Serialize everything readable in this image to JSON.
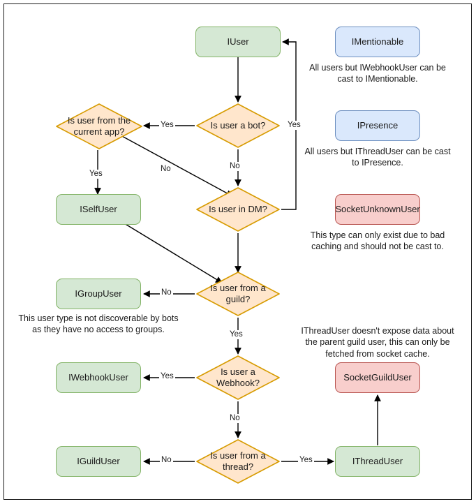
{
  "diagram": {
    "title": "Discord.Net user type resolution flowchart",
    "colors": {
      "green_fill": "#d5e8d4",
      "green_stroke": "#82b366",
      "blue_fill": "#dae8fc",
      "blue_stroke": "#6c8ebf",
      "pink_fill": "#f8cecc",
      "pink_stroke": "#b85450",
      "orange_fill": "#ffe6cc",
      "orange_stroke": "#d79b00",
      "edge_stroke": "#000000",
      "text": "#1a1a1a",
      "frame": "#1a1a1a"
    },
    "nodes": {
      "iuser": "IUser",
      "iselfuser": "ISelfUser",
      "igroupuser": "IGroupUser",
      "iwebhookuser": "IWebhookUser",
      "iguilduser": "IGuildUser",
      "ithreaduser": "IThreadUser",
      "imentionable": "IMentionable",
      "ipresence": "IPresence",
      "socketunknownuser": "SocketUnknownUser",
      "socketguilduser": "SocketGuildUser"
    },
    "decisions": {
      "is_bot": "Is user a bot?",
      "is_current_app": "Is user from the current app?",
      "is_dm": "Is user in DM?",
      "is_guild": "Is user from a guild?",
      "is_webhook": "Is user a Webhook?",
      "is_thread": "Is user from a thread?"
    },
    "edge_labels": {
      "bot_yes_to_app": "Yes",
      "bot_no": "No",
      "dm_yes_loop": "Yes",
      "app_yes": "Yes",
      "app_no": "No",
      "guild_no": "No",
      "guild_yes": "Yes",
      "webhook_yes": "Yes",
      "webhook_no": "No",
      "thread_no": "No",
      "thread_yes": "Yes"
    },
    "captions": {
      "imentionable": "All users but IWebhookUser can be cast to IMentionable.",
      "ipresence": "All users but IThreadUser can be cast to IPresence.",
      "socketunknownuser": "This type can only exist due to bad caching and should not be cast to.",
      "igroupuser": "This user type is not discoverable by bots as they have no access to groups.",
      "socketguilduser": "IThreadUser doesn't expose data about the parent guild user, this can only be fetched from socket cache."
    }
  }
}
